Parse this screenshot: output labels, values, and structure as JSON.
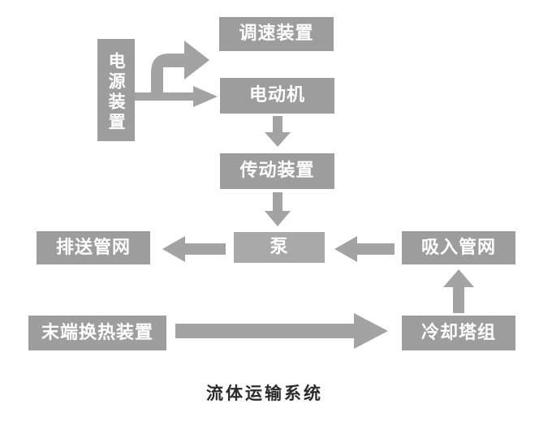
{
  "diagram": {
    "caption": "流体运输系统",
    "colors": {
      "node_fill": "#9d9d9d",
      "node_fill_light": "#a9a9a9",
      "node_text": "#ffffff",
      "arrow_fill": "#a3a3a3",
      "caption_text": "#2b2b2b",
      "background": "#ffffff"
    },
    "nodes": [
      {
        "id": "power-supply",
        "label": "电源装置",
        "orientation": "vertical"
      },
      {
        "id": "speed-regulator",
        "label": "调速装置",
        "orientation": "horizontal"
      },
      {
        "id": "electric-motor",
        "label": "电动机",
        "orientation": "horizontal"
      },
      {
        "id": "transmission",
        "label": "传动装置",
        "orientation": "horizontal"
      },
      {
        "id": "pump",
        "label": "泵",
        "orientation": "horizontal"
      },
      {
        "id": "discharge-network",
        "label": "排送管网",
        "orientation": "horizontal"
      },
      {
        "id": "suction-network",
        "label": "吸入管网",
        "orientation": "horizontal"
      },
      {
        "id": "cooling-tower",
        "label": "冷却塔组",
        "orientation": "horizontal"
      },
      {
        "id": "terminal-heat-exchanger",
        "label": "末端换热装置",
        "orientation": "horizontal"
      }
    ],
    "connections": [
      {
        "id": "power-to-speed-regulator",
        "from": "power-supply",
        "to": "speed-regulator",
        "style": "elbow-up-right"
      },
      {
        "id": "power-to-motor",
        "from": "power-supply",
        "to": "electric-motor",
        "style": "right"
      },
      {
        "id": "motor-to-transmission",
        "from": "electric-motor",
        "to": "transmission",
        "style": "down"
      },
      {
        "id": "transmission-to-pump",
        "from": "transmission",
        "to": "pump",
        "style": "down"
      },
      {
        "id": "pump-to-discharge",
        "from": "pump",
        "to": "discharge-network",
        "style": "left"
      },
      {
        "id": "suction-to-pump",
        "from": "suction-network",
        "to": "pump",
        "style": "left"
      },
      {
        "id": "cooling-tower-to-suction",
        "from": "cooling-tower",
        "to": "suction-network",
        "style": "up"
      },
      {
        "id": "terminal-to-cooling-tower",
        "from": "terminal-heat-exchanger",
        "to": "cooling-tower",
        "style": "right-long"
      }
    ]
  }
}
